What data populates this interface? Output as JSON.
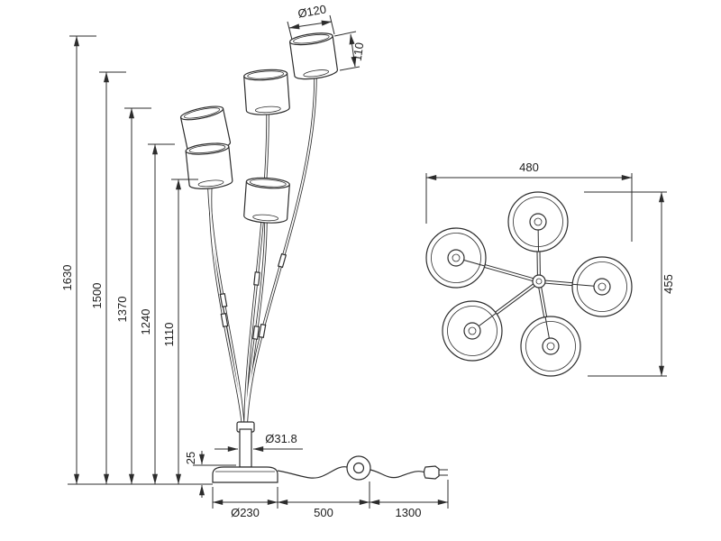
{
  "drawing": {
    "side_view": {
      "height_dims": [
        "1630",
        "1500",
        "1370",
        "1240",
        "1110"
      ],
      "shade_diameter": "Ø120",
      "shade_height": "110",
      "pole_diameter": "Ø31.8",
      "base_thickness": "25",
      "base_diameter": "Ø230",
      "cord_base_to_switch": "500",
      "cord_switch_to_plug": "1300"
    },
    "top_view": {
      "overall_width": "480",
      "overall_depth": "455"
    },
    "colors": {
      "line": "#2c2c2c",
      "background": "#ffffff"
    }
  }
}
